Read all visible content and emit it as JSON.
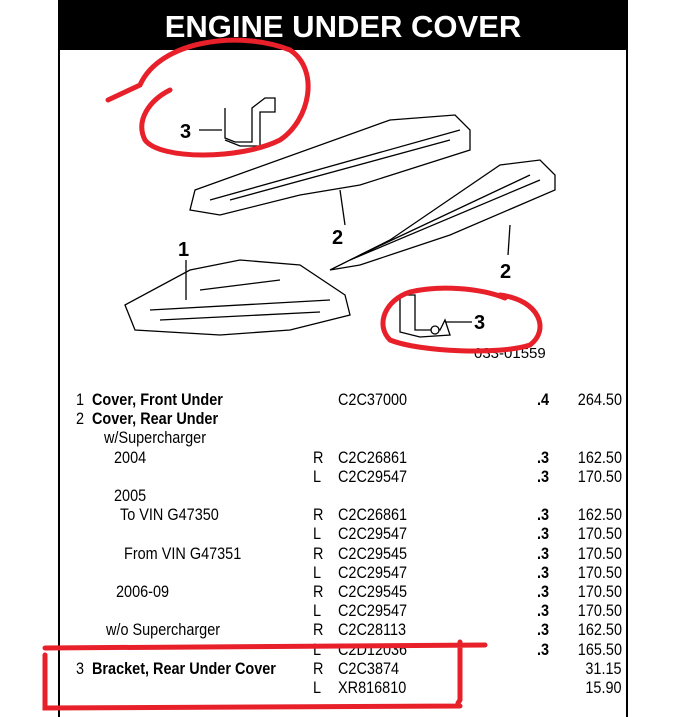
{
  "title": "ENGINE UNDER COVER",
  "diagram": {
    "callouts": [
      "3",
      "2",
      "1",
      "2",
      "3"
    ],
    "figure_code": "033-01559"
  },
  "rows": [
    {
      "num": "1",
      "desc": "Cover, Front Under",
      "bold": true,
      "indent": 0,
      "side": "",
      "part": "C2C37000",
      "qty": ".4",
      "price": "264.50"
    },
    {
      "num": "2",
      "desc": "Cover, Rear Under",
      "bold": true,
      "indent": 0,
      "side": "",
      "part": "",
      "qty": "",
      "price": ""
    },
    {
      "num": "",
      "desc": "w/Supercharger",
      "bold": false,
      "indent": 12,
      "side": "",
      "part": "",
      "qty": "",
      "price": ""
    },
    {
      "num": "",
      "desc": "2004",
      "bold": false,
      "indent": 22,
      "side": "R",
      "part": "C2C26861",
      "qty": ".3",
      "price": "162.50"
    },
    {
      "num": "",
      "desc": "",
      "bold": false,
      "indent": 0,
      "side": "L",
      "part": "C2C29547",
      "qty": ".3",
      "price": "170.50"
    },
    {
      "num": "",
      "desc": "2005",
      "bold": false,
      "indent": 22,
      "side": "",
      "part": "",
      "qty": "",
      "price": ""
    },
    {
      "num": "",
      "desc": "To VIN G47350",
      "bold": false,
      "indent": 28,
      "side": "R",
      "part": "C2C26861",
      "qty": ".3",
      "price": "162.50"
    },
    {
      "num": "",
      "desc": "",
      "bold": false,
      "indent": 0,
      "side": "L",
      "part": "C2C29547",
      "qty": ".3",
      "price": "170.50"
    },
    {
      "num": "",
      "desc": "From VIN G47351",
      "bold": false,
      "indent": 32,
      "side": "R",
      "part": "C2C29545",
      "qty": ".3",
      "price": "170.50"
    },
    {
      "num": "",
      "desc": "",
      "bold": false,
      "indent": 0,
      "side": "L",
      "part": "C2C29547",
      "qty": ".3",
      "price": "170.50"
    },
    {
      "num": "",
      "desc": "2006-09",
      "bold": false,
      "indent": 24,
      "side": "R",
      "part": "C2C29545",
      "qty": ".3",
      "price": "170.50"
    },
    {
      "num": "",
      "desc": "",
      "bold": false,
      "indent": 0,
      "side": "L",
      "part": "C2C29547",
      "qty": ".3",
      "price": "170.50"
    },
    {
      "num": "",
      "desc": "w/o Supercharger",
      "bold": false,
      "indent": 14,
      "side": "R",
      "part": "C2C28113",
      "qty": ".3",
      "price": "162.50"
    },
    {
      "num": "",
      "desc": "",
      "bold": false,
      "indent": 0,
      "side": "L",
      "part": "C2D12036",
      "qty": ".3",
      "price": "165.50"
    },
    {
      "num": "3",
      "desc": "Bracket, Rear Under Cover",
      "bold": true,
      "indent": 0,
      "side": "R",
      "part": "C2C3874",
      "qty": "",
      "price": "31.15"
    },
    {
      "num": "",
      "desc": "",
      "bold": false,
      "indent": 0,
      "side": "L",
      "part": "XR816810",
      "qty": "",
      "price": "15.90"
    }
  ],
  "annotation_color": "#e8202a"
}
